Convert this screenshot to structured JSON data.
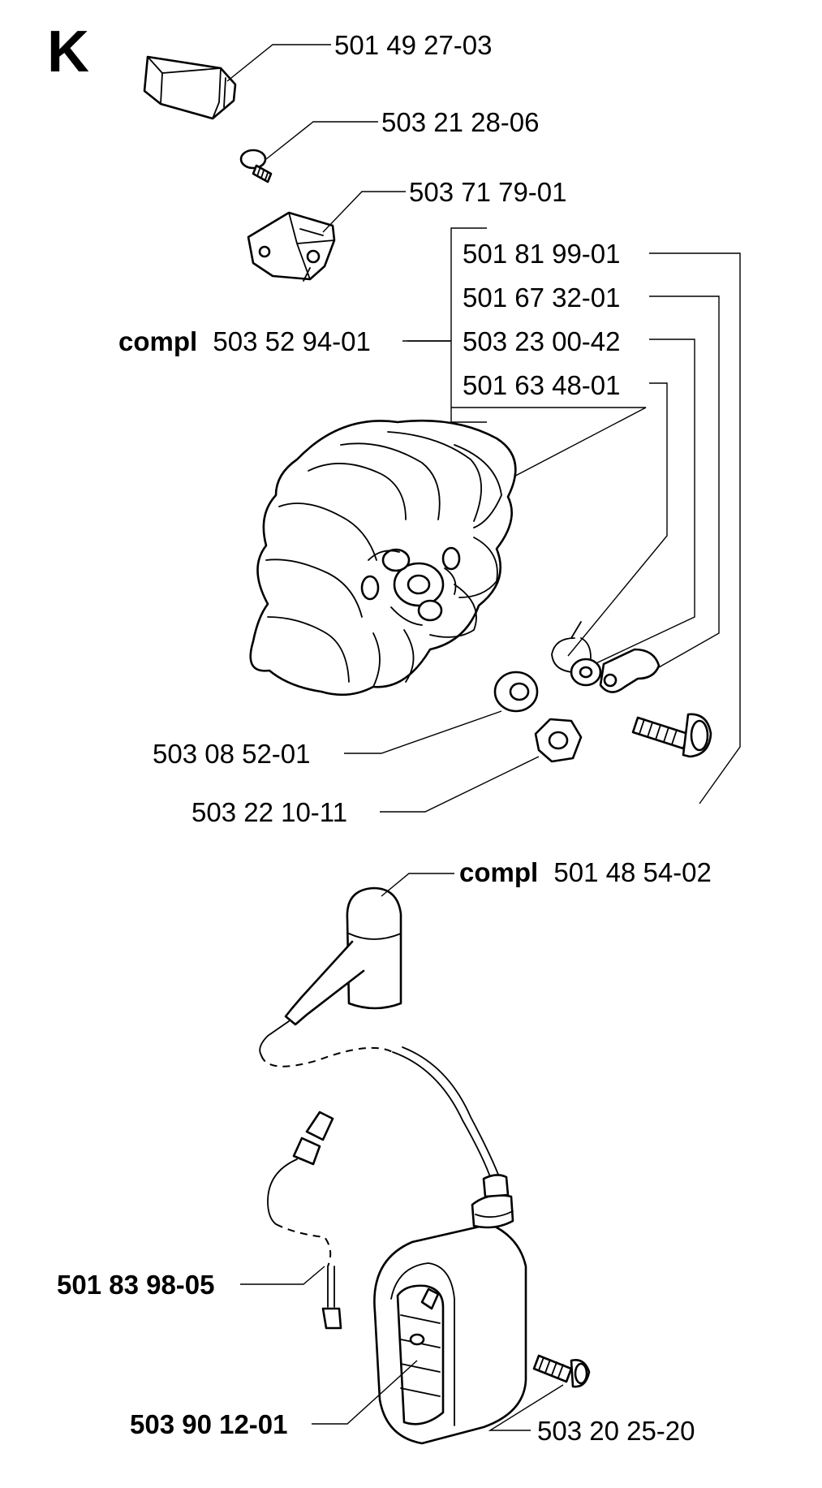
{
  "section_letter": "K",
  "labels": {
    "part_1": "501 49 27-03",
    "part_2": "503 21 28-06",
    "part_3": "503 71 79-01",
    "group_4_1": "501 81 99-01",
    "group_4_2": "501 67 32-01",
    "group_4_3": "503 23 00-42",
    "group_4_4": "501 63 48-01",
    "flywheel_prefix": "compl",
    "flywheel_number": "503 52 94-01",
    "washer": "503 08 52-01",
    "nut": "503 22 10-11",
    "plug_cap_prefix": "compl",
    "plug_cap_number": "501 48 54-02",
    "wire": "501 83 98-05",
    "ignition_module": "503 90 12-01",
    "module_screw": "503 20 25-20"
  }
}
